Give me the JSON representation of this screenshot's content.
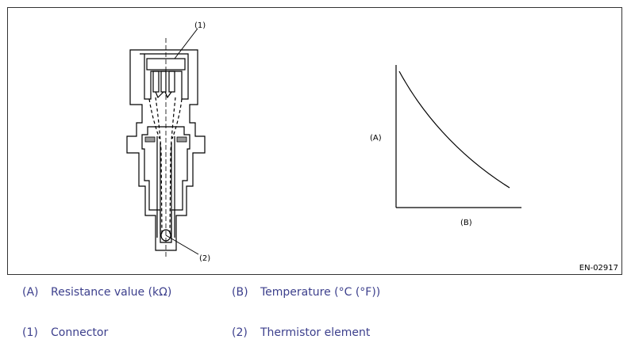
{
  "diagram": {
    "callouts": {
      "c1": "(1)",
      "c2": "(2)"
    },
    "graph": {
      "y_label": "(A)",
      "x_label": "(B)"
    },
    "figure_id": "EN-02917"
  },
  "legend": {
    "items": [
      {
        "key": "(A)",
        "text": "Resistance value (kΩ)"
      },
      {
        "key": "(B)",
        "text": "Temperature (°C (°F))"
      },
      {
        "key": "(1)",
        "text": "Connector"
      },
      {
        "key": "(2)",
        "text": "Thermistor element"
      }
    ]
  }
}
